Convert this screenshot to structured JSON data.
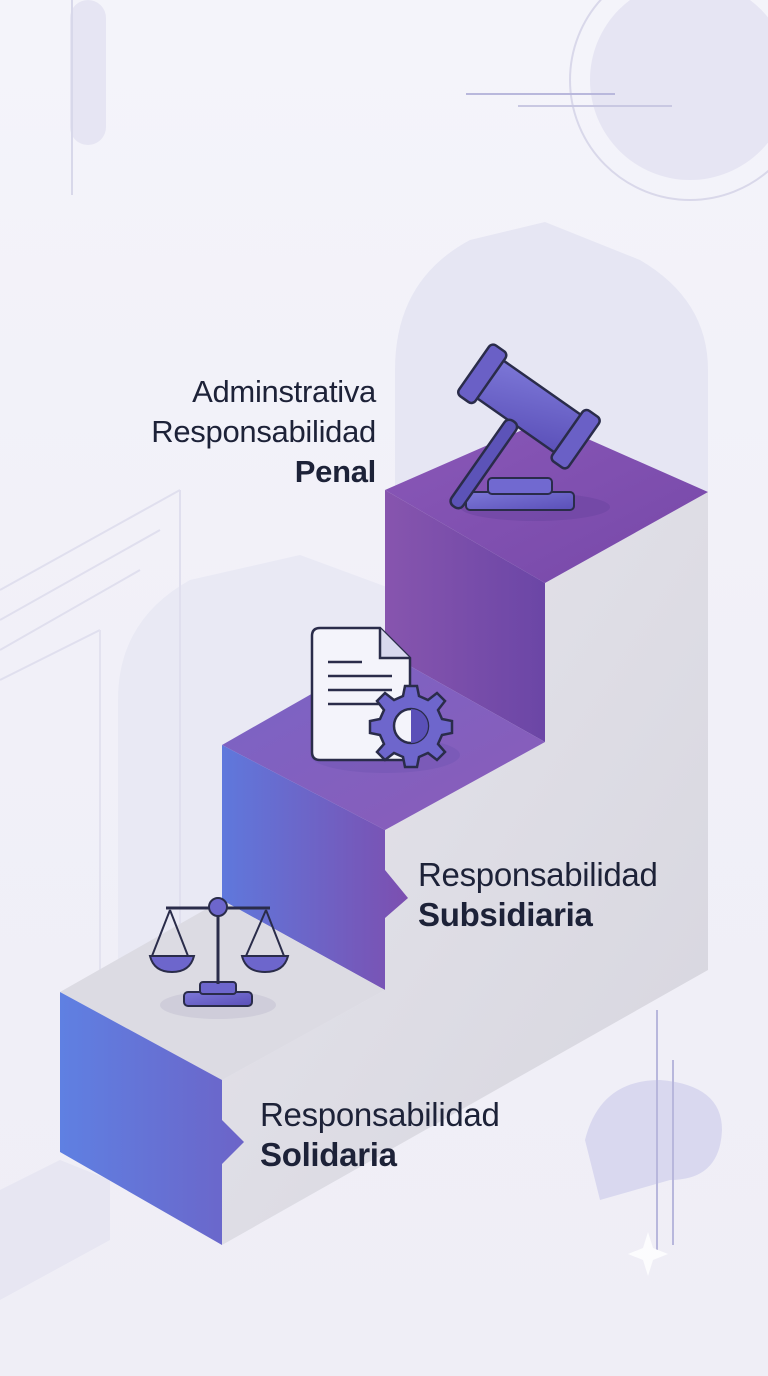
{
  "steps": {
    "top": {
      "line1": "Adminstrativa",
      "line2": "Responsabilidad",
      "bold": "Penal",
      "icon": "gavel-icon"
    },
    "middle": {
      "line1": "Responsabilidad",
      "bold": "Subsidiaria",
      "icon": "document-gear-icon"
    },
    "bottom": {
      "line1": "Responsabilidad",
      "bold": "Solidaria",
      "icon": "scales-of-justice-icon"
    }
  },
  "colors": {
    "purple": "#7d4fb0",
    "violet": "#6f62c8",
    "blue": "#5f7de0",
    "text": "#1d2238",
    "tread": "#dedde6",
    "icon_stroke": "#2a2c4a"
  }
}
